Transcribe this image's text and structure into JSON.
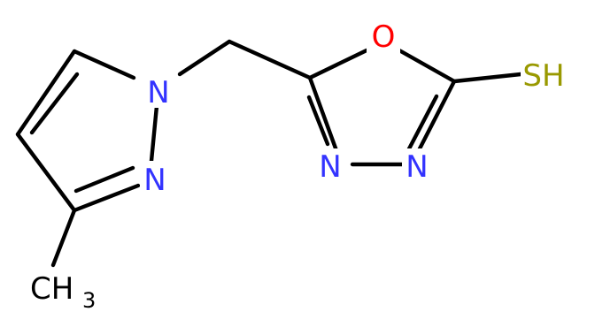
{
  "molecule": {
    "atoms": {
      "n1": "N",
      "n2": "N",
      "o": "O",
      "n3": "N",
      "n4": "N",
      "sh": "SH",
      "ch3_main": "CH",
      "ch3_sub": "3"
    },
    "colors": {
      "bond": "#000000",
      "nitrogen": "#3333ff",
      "oxygen": "#ff0000",
      "sulfur": "#999900",
      "carbon": "#000000"
    }
  }
}
